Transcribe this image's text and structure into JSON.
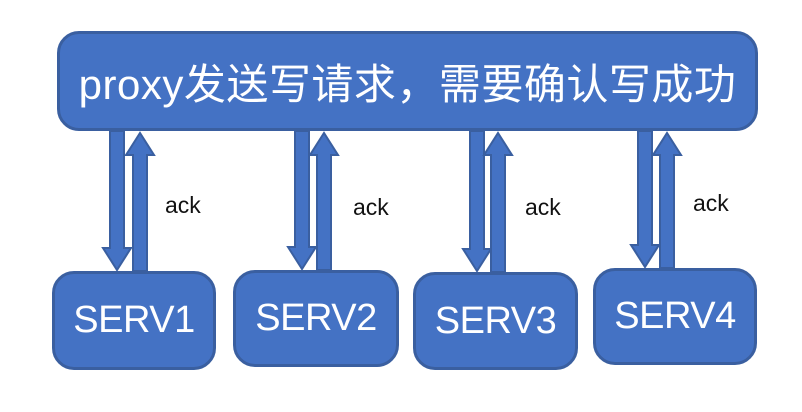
{
  "diagram": {
    "proxy_box": {
      "label": "proxy发送写请求，需要确认写成功"
    },
    "servers": [
      {
        "label": "SERV1"
      },
      {
        "label": "SERV2"
      },
      {
        "label": "SERV3"
      },
      {
        "label": "SERV4"
      }
    ],
    "links": [
      {
        "ack_label": "ack"
      },
      {
        "ack_label": "ack"
      },
      {
        "ack_label": "ack"
      },
      {
        "ack_label": "ack"
      }
    ]
  },
  "colors": {
    "background": "#FFFFFF",
    "shape_fill": "#4472C4",
    "shape_border": "#3A5FA0",
    "box_text": "#FFFFFF",
    "ack_text": "#111111"
  }
}
